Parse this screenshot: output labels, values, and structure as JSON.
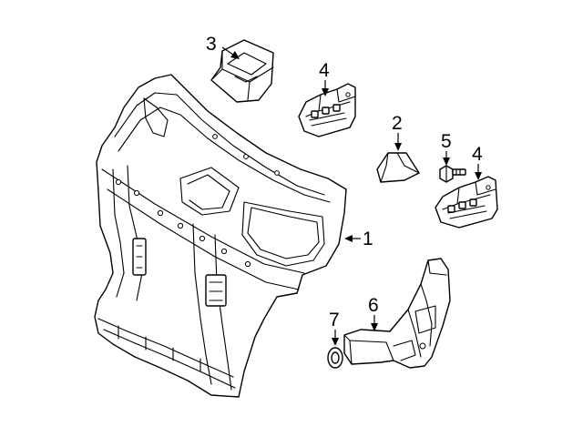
{
  "callouts": {
    "c1": "1",
    "c2": "2",
    "c3": "3",
    "c4a": "4",
    "c4b": "4",
    "c5": "5",
    "c6": "6",
    "c7": "7"
  }
}
